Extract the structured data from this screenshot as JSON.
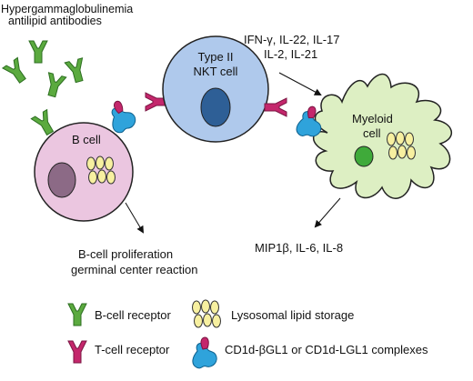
{
  "header": {
    "line1": "Hypergammaglobulinemia",
    "line2": "antilipid antibodies"
  },
  "cytokines_top": {
    "line1": "IFN-γ, IL-22, IL-17",
    "line2": "IL-2, IL-21"
  },
  "cells": {
    "nkt_line1": "Type II",
    "nkt_line2": "NKT cell",
    "b_cell": "B cell",
    "myeloid_line1": "Myeloid",
    "myeloid_line2": "cell"
  },
  "outcomes": {
    "myeloid_output": "MIP1β, IL-6, IL-8",
    "b_output_line1": "B-cell proliferation",
    "b_output_line2": "germinal center reaction"
  },
  "legend": {
    "b_receptor": "B-cell receptor",
    "t_receptor": "T-cell receptor",
    "lysosomal": "Lysosomal lipid storage",
    "cd1d": "CD1d-βGL1 or CD1d-LGL1 complexes"
  },
  "colors": {
    "b_cell_fill": "#EBC6E0",
    "b_nucleus": "#8C6A86",
    "nkt_fill": "#AFC9EC",
    "nkt_nucleus": "#2E5F96",
    "myeloid_fill": "#DDEFC3",
    "myeloid_nucleus": "#3FAA3A",
    "b_receptor": "#5BAA3F",
    "t_receptor": "#C4276C",
    "lysosome": "#F7F0A0",
    "cd1d_blue": "#2FA3DB",
    "lipid_pink": "#C4276C"
  }
}
